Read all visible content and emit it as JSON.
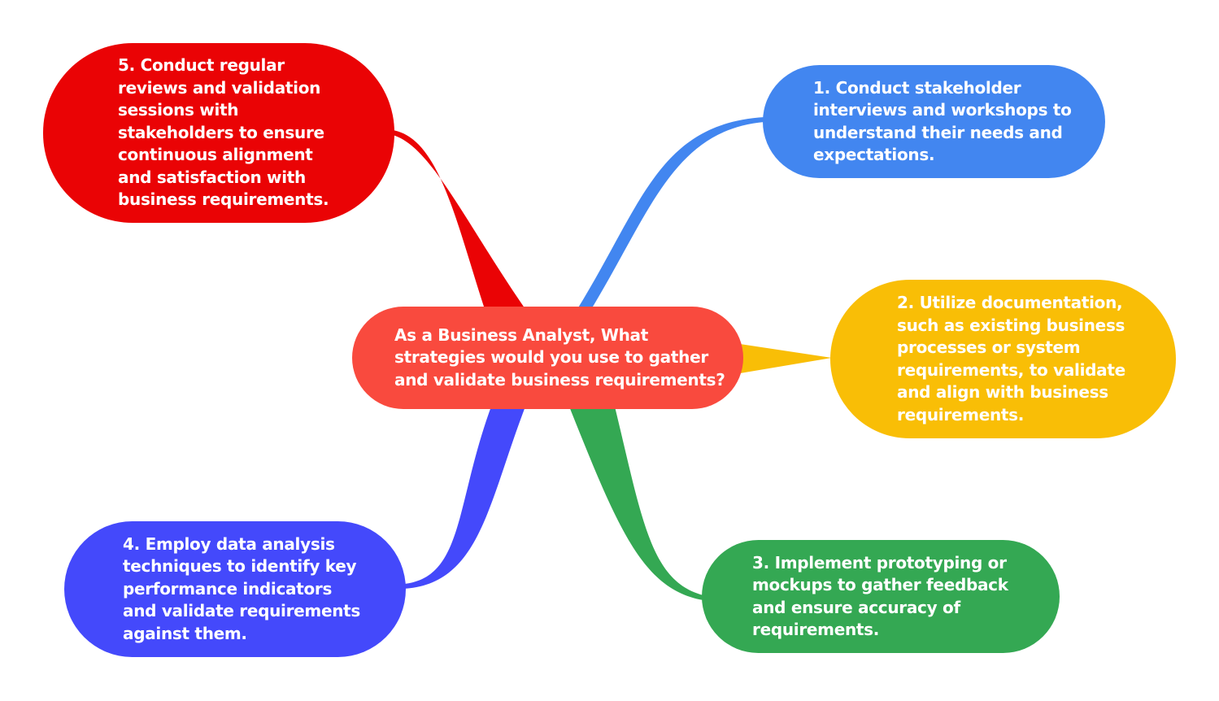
{
  "diagram": {
    "center": {
      "lines": [
        "As a Business Analyst, What",
        "strategies would you use to gather",
        "and validate business requirements?"
      ],
      "color": "#F94A3E"
    },
    "branches": [
      {
        "lines": [
          "1. Conduct stakeholder",
          "interviews and workshops to",
          "understand their needs and",
          "expectations."
        ],
        "color": "#4286F0"
      },
      {
        "lines": [
          "2. Utilize documentation,",
          "such as existing business",
          "processes or system",
          "requirements, to validate",
          "and align with business",
          "requirements."
        ],
        "color": "#F9BE06"
      },
      {
        "lines": [
          "3. Implement prototyping or",
          "mockups to gather feedback",
          "and ensure accuracy of",
          "requirements."
        ],
        "color": "#34A853"
      },
      {
        "lines": [
          "4. Employ data analysis",
          "techniques to identify key",
          "performance indicators",
          "and validate requirements",
          "against them."
        ],
        "color": "#4449FB"
      },
      {
        "lines": [
          "5. Conduct regular",
          "reviews and validation",
          "sessions with",
          "stakeholders to ensure",
          "continuous alignment",
          "and satisfaction with",
          "business requirements."
        ],
        "color": "#EA0305"
      }
    ]
  }
}
